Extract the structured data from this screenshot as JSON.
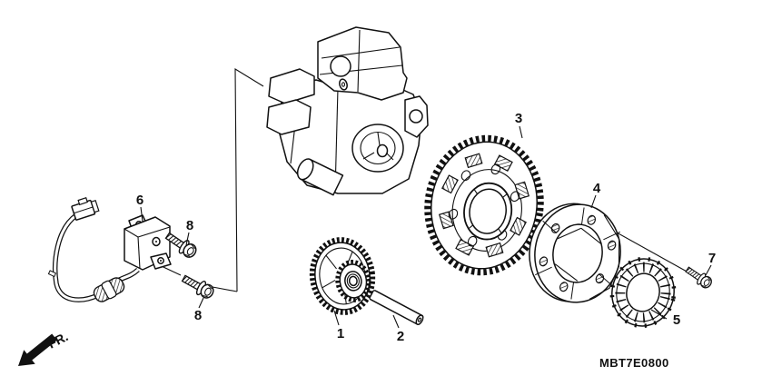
{
  "diagram": {
    "part_code": "MBT7E0800",
    "direction_indicator": "FR.",
    "labels": [
      {
        "text": "1"
      },
      {
        "text": "2"
      },
      {
        "text": "3"
      },
      {
        "text": "4"
      },
      {
        "text": "5"
      },
      {
        "text": "6"
      },
      {
        "text": "7"
      },
      {
        "text": "8"
      },
      {
        "text": "8"
      }
    ],
    "colors": {
      "line": "#111111",
      "background": "#ffffff"
    }
  }
}
